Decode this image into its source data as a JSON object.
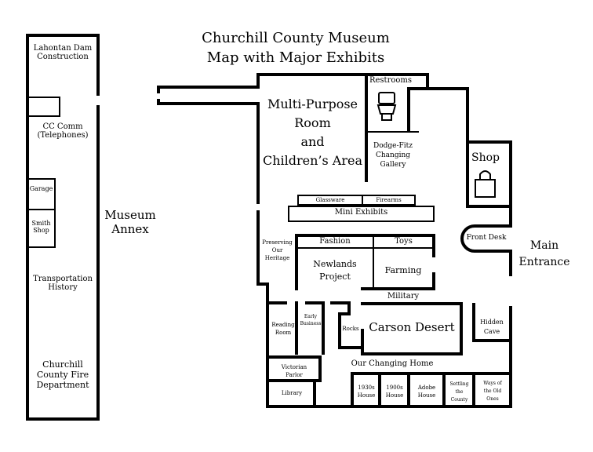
{
  "title": {
    "line1": "Churchill County Museum",
    "line2": "Map with Major Exhibits"
  },
  "annex": {
    "label1": "Museum",
    "label2": "Annex",
    "rooms": {
      "lahontan1": "Lahontan Dam",
      "lahontan2": "Construction",
      "cccomm1": "CC Comm",
      "cccomm2": "(Telephones)",
      "garage": "Garage",
      "smith1": "Smith",
      "smith2": "Shop",
      "transport1": "Transportation",
      "transport2": "History",
      "fire1": "Churchill",
      "fire2": "County Fire",
      "fire3": "Department"
    }
  },
  "main": {
    "entrance1": "Main",
    "entrance2": "Entrance",
    "rooms": {
      "restrooms": "Restrooms",
      "mpr1": "Multi-Purpose",
      "mpr2": "Room",
      "mpr3": "and",
      "mpr4": "Children’s Area",
      "dodge1": "Dodge-Fitz",
      "dodge2": "Changing",
      "dodge3": "Gallery",
      "shop": "Shop",
      "glassware": "Glassware",
      "firearms": "Firearms",
      "mini": "Mini Exhibits",
      "frontdesk": "Front Desk",
      "preserve1": "Preserving",
      "preserve2": "Our",
      "preserve3": "Heritage",
      "fashion": "Fashion",
      "toys": "Toys",
      "newlands1": "Newlands",
      "newlands2": "Project",
      "farming": "Farming",
      "military": "Military",
      "reading1": "Reading",
      "reading2": "Room",
      "early1": "Early",
      "early2": "Business",
      "rocks": "Rocks",
      "carson": "Carson Desert",
      "hidden1": "Hidden",
      "hidden2": "Cave",
      "victorian1": "Victorian",
      "victorian2": "Parlor",
      "changing": "Our Changing Home",
      "library": "Library",
      "h1930a": "1930s",
      "h1930b": "House",
      "h1900a": "1900s",
      "h1900b": "House",
      "adobe1": "Adobe",
      "adobe2": "House",
      "settle1": "Settling",
      "settle2": "the",
      "settle3": "County",
      "ways1": "Ways of",
      "ways2": "the Old",
      "ways3": "Ones"
    }
  },
  "icons": [
    "toilet-icon",
    "shopping-bag-icon"
  ]
}
